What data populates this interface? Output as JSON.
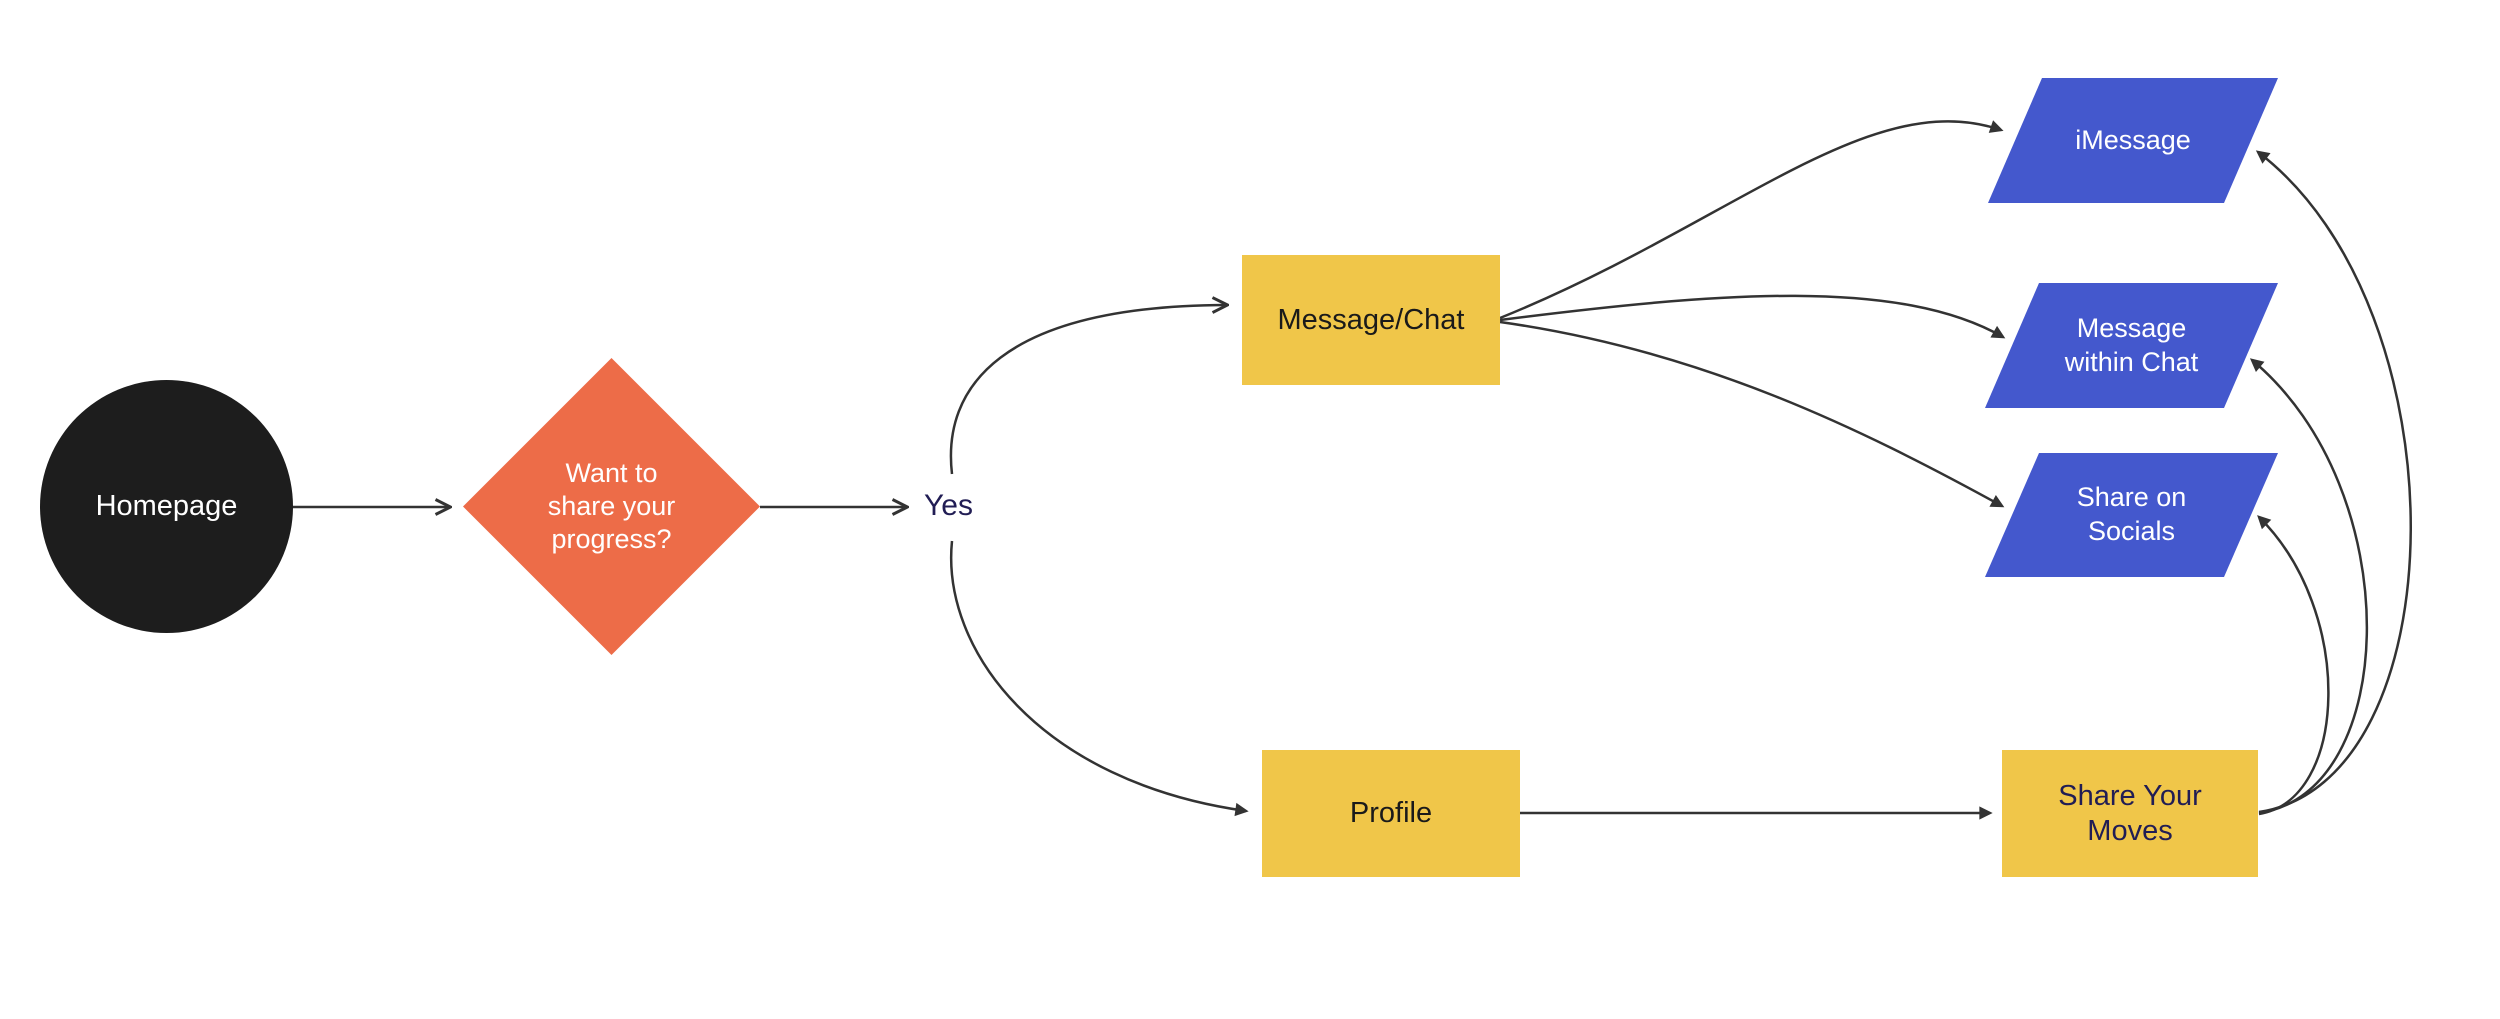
{
  "colors": {
    "black": "#1d1d1d",
    "orange": "#ed6c48",
    "yellow": "#f0c649",
    "blue": "#4458cd",
    "navy": "#211d54",
    "line": "#333333"
  },
  "nodes": {
    "homepage": {
      "label": "Homepage",
      "shape": "circle"
    },
    "decision": {
      "label": "Want to share your progress?",
      "shape": "diamond"
    },
    "message_chat": {
      "label": "Message/Chat",
      "shape": "rectangle"
    },
    "profile": {
      "label": "Profile",
      "shape": "rectangle"
    },
    "share_your_moves": {
      "label": "Share Your Moves",
      "shape": "rectangle"
    },
    "imessage": {
      "label": "iMessage",
      "shape": "parallelogram"
    },
    "message_within_chat": {
      "label": "Message within Chat",
      "shape": "parallelogram"
    },
    "share_on_socials": {
      "label": "Share on Socials",
      "shape": "parallelogram"
    }
  },
  "labels": {
    "yes": "Yes"
  },
  "edges": [
    {
      "from": "homepage",
      "to": "decision",
      "label": ""
    },
    {
      "from": "decision",
      "to": "message_chat",
      "label": "Yes"
    },
    {
      "from": "decision",
      "to": "profile",
      "label": "Yes"
    },
    {
      "from": "message_chat",
      "to": "imessage",
      "label": ""
    },
    {
      "from": "message_chat",
      "to": "message_within_chat",
      "label": ""
    },
    {
      "from": "message_chat",
      "to": "share_on_socials",
      "label": ""
    },
    {
      "from": "profile",
      "to": "share_your_moves",
      "label": ""
    },
    {
      "from": "share_your_moves",
      "to": "imessage",
      "label": ""
    },
    {
      "from": "share_your_moves",
      "to": "message_within_chat",
      "label": ""
    },
    {
      "from": "share_your_moves",
      "to": "share_on_socials",
      "label": ""
    }
  ]
}
